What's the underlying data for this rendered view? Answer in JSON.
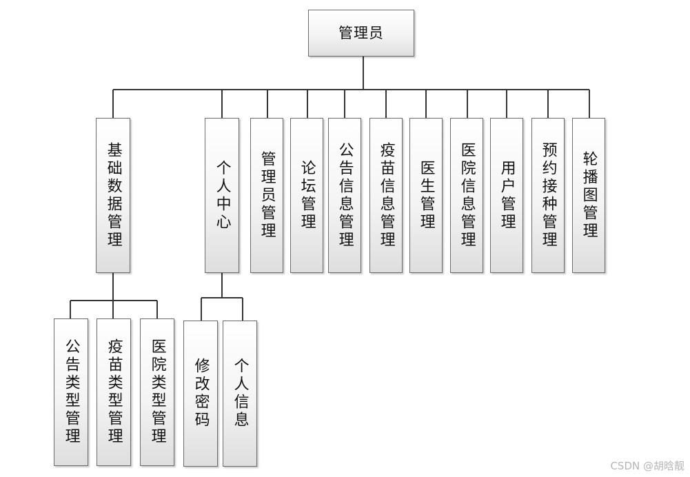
{
  "root": "管理员",
  "level1": [
    "基础数据管理",
    "个人中心",
    "管理员管理",
    "论坛管理",
    "公告信息管理",
    "疫苗信息管理",
    "医生管理",
    "医院信息管理",
    "用户管理",
    "预约接种管理",
    "轮播图管理"
  ],
  "level2": {
    "basic_data": [
      "公告类型管理",
      "疫苗类型管理",
      "医院类型管理"
    ],
    "personal_center": [
      "修改密码",
      "个人信息"
    ]
  },
  "watermark": "CSDN @胡晗靓"
}
